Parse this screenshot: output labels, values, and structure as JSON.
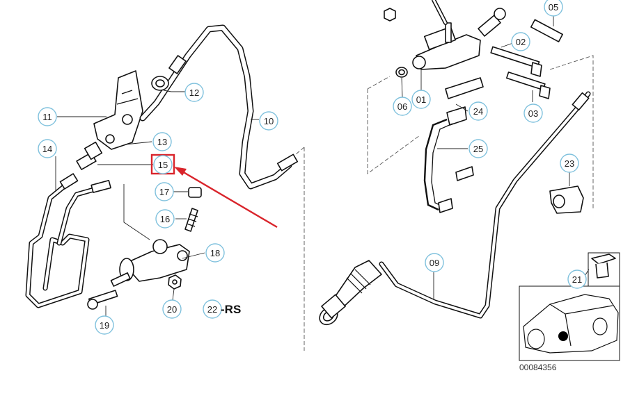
{
  "callouts": [
    {
      "id": "c01",
      "label": "01"
    },
    {
      "id": "c02",
      "label": "02"
    },
    {
      "id": "c03",
      "label": "03"
    },
    {
      "id": "c05",
      "label": "05"
    },
    {
      "id": "c06",
      "label": "06"
    },
    {
      "id": "c09",
      "label": "09"
    },
    {
      "id": "c10",
      "label": "10"
    },
    {
      "id": "c11",
      "label": "11"
    },
    {
      "id": "c12",
      "label": "12"
    },
    {
      "id": "c13",
      "label": "13"
    },
    {
      "id": "c14",
      "label": "14"
    },
    {
      "id": "c15",
      "label": "15"
    },
    {
      "id": "c16",
      "label": "16"
    },
    {
      "id": "c17",
      "label": "17"
    },
    {
      "id": "c18",
      "label": "18"
    },
    {
      "id": "c19",
      "label": "19"
    },
    {
      "id": "c20",
      "label": "20"
    },
    {
      "id": "c21",
      "label": "21"
    },
    {
      "id": "c22",
      "label": "22"
    },
    {
      "id": "c23",
      "label": "23"
    },
    {
      "id": "c24",
      "label": "24"
    },
    {
      "id": "c25",
      "label": "25"
    }
  ],
  "rs_label": "-RS",
  "reference_number": "00084356",
  "highlighted_callout": "15",
  "colors": {
    "callout_outline": "#7fc1dd",
    "highlight": "#d9242b"
  }
}
